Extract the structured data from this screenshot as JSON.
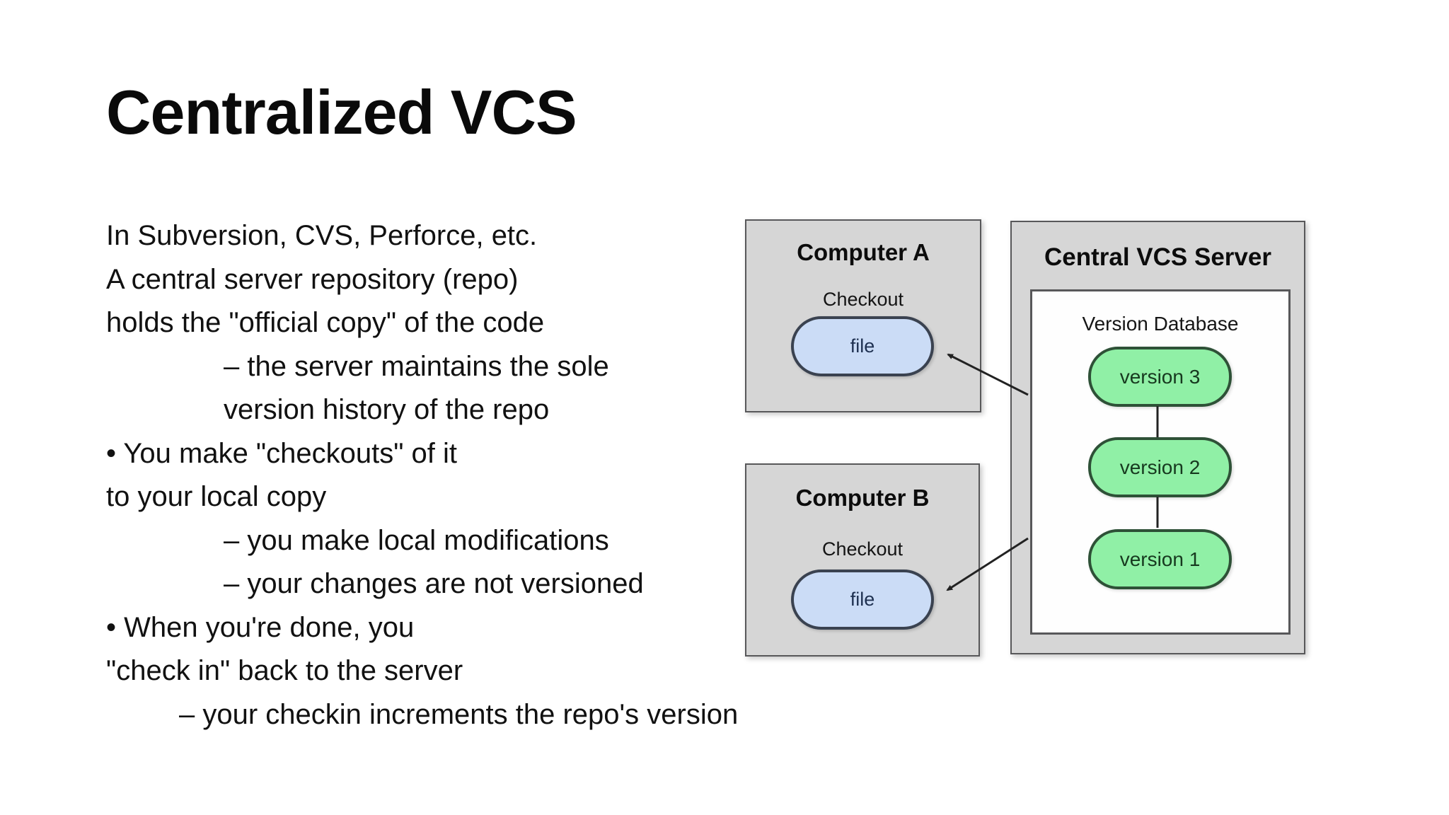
{
  "slide": {
    "title": "Centralized VCS",
    "body_lines": [
      "In Subversion, CVS, Perforce, etc.",
      "A central server repository (repo)",
      "holds the \"official copy\" of the code",
      "– the server maintains the sole",
      "version history of the repo",
      "• You make \"checkouts\" of it",
      "to your local copy",
      "– you make local modifications",
      "– your changes are not versioned",
      "• When you're done, you",
      "\"check in\" back to the server",
      "– your checkin increments the repo's version"
    ]
  },
  "diagram": {
    "computer_a": {
      "title": "Computer A",
      "action_label": "Checkout",
      "file_label": "file"
    },
    "computer_b": {
      "title": "Computer B",
      "action_label": "Checkout",
      "file_label": "file"
    },
    "server": {
      "title": "Central VCS Server",
      "database_label": "Version Database",
      "versions": [
        "version 3",
        "version 2",
        "version 1"
      ]
    },
    "colors": {
      "panel_fill": "#d6d6d6",
      "panel_border": "#58585a",
      "file_fill": "#cbdcf6",
      "file_border": "#3a4250",
      "file_text": "#1e3050",
      "version_fill": "#90f0a6",
      "version_border": "#2e5137",
      "version_text": "#17391f",
      "arrow": "#222222"
    }
  }
}
